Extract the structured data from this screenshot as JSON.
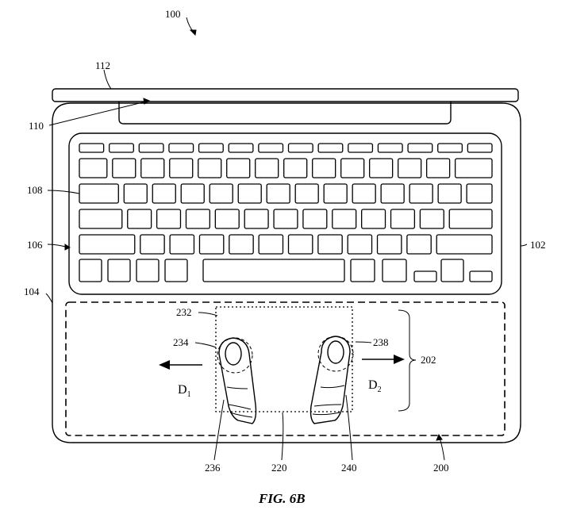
{
  "figure": {
    "caption": "FIG. 6B",
    "labels": {
      "device": "100",
      "base_housing": "102",
      "palm_rest": "104",
      "keyboard_region": "106",
      "key": "108",
      "display_recess": "110",
      "display_housing": "112",
      "input_region": "200",
      "region_bracket": "202",
      "touchpad_region": "220",
      "touchpad_boundary": "232",
      "first_contact": "234",
      "first_finger": "236",
      "second_contact": "238",
      "second_finger": "240"
    },
    "directions": {
      "left": {
        "letter": "D",
        "subscript": "1"
      },
      "right": {
        "letter": "D",
        "subscript": "2"
      }
    }
  }
}
